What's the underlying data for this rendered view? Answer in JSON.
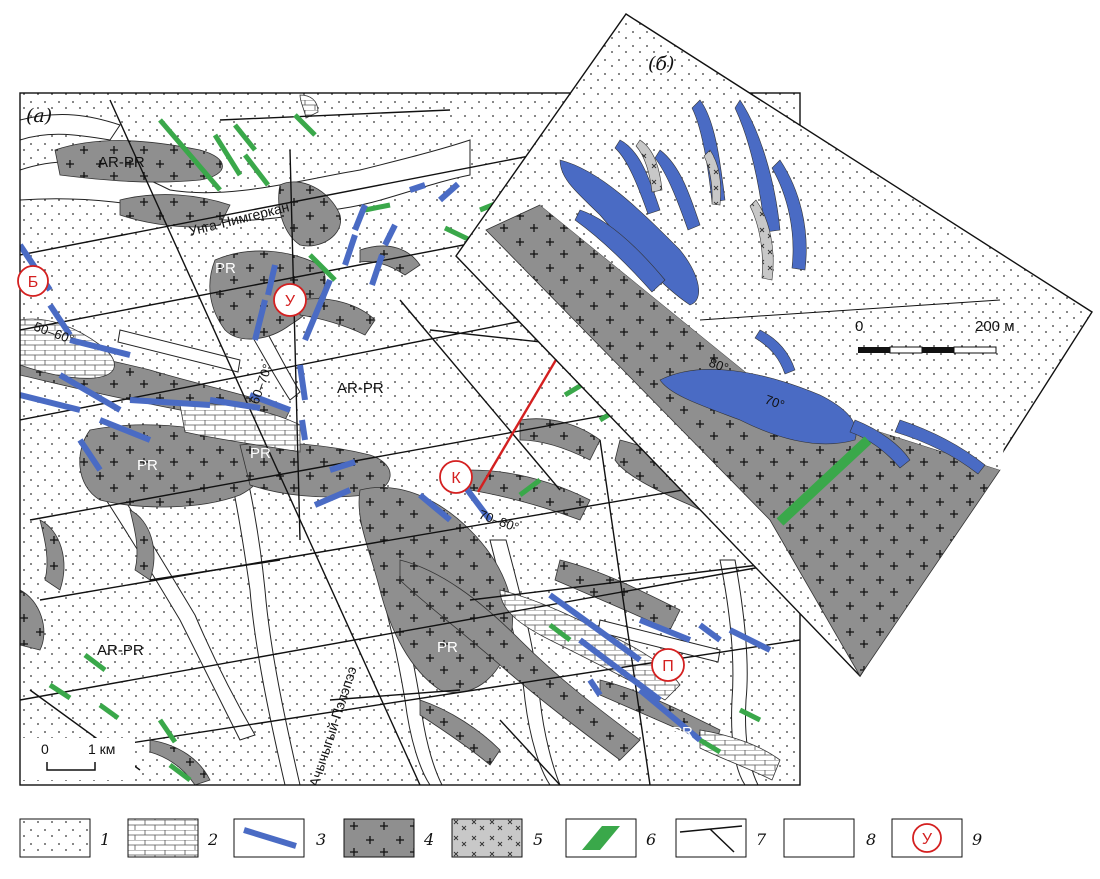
{
  "panels": {
    "a_label": "(а)",
    "b_label": "(б)"
  },
  "map_labels": {
    "river_north": "Унга-Нимгеркан",
    "river_south": "Ачычыгый-Пэлэпээ",
    "ar_pr_1": "AR-PR",
    "ar_pr_2": "AR-PR",
    "ar_pr_3": "AR-PR",
    "pr_1": "PR",
    "pr_2": "PR",
    "pr_3": "PR",
    "pr_4": "PR",
    "pr_5": "PR"
  },
  "dips": {
    "d1": "50–60°",
    "d2": "60–70°",
    "d3": "70–80°",
    "d4": "80°",
    "d5": "70°"
  },
  "localities": {
    "B": "Б",
    "U": "У",
    "K": "К",
    "P": "П"
  },
  "scale_a": {
    "zero": "0",
    "value": "1 км"
  },
  "scale_b": {
    "zero": "0",
    "value": "200 м"
  },
  "legend": [
    {
      "num": "1",
      "pattern": "dots"
    },
    {
      "num": "2",
      "pattern": "brick"
    },
    {
      "num": "3",
      "pattern": "blue-dike"
    },
    {
      "num": "4",
      "pattern": "grey-cross"
    },
    {
      "num": "5",
      "pattern": "light-x"
    },
    {
      "num": "6",
      "pattern": "green-dike"
    },
    {
      "num": "7",
      "pattern": "faults"
    },
    {
      "num": "8",
      "pattern": "blank"
    },
    {
      "num": "9",
      "pattern": "locality",
      "symbol": "У"
    }
  ],
  "colors": {
    "blue": "#4a6bc4",
    "green": "#3aa84a",
    "grey": "#8f8f8f",
    "light_grey": "#c8c8c8",
    "red": "#d42020"
  }
}
